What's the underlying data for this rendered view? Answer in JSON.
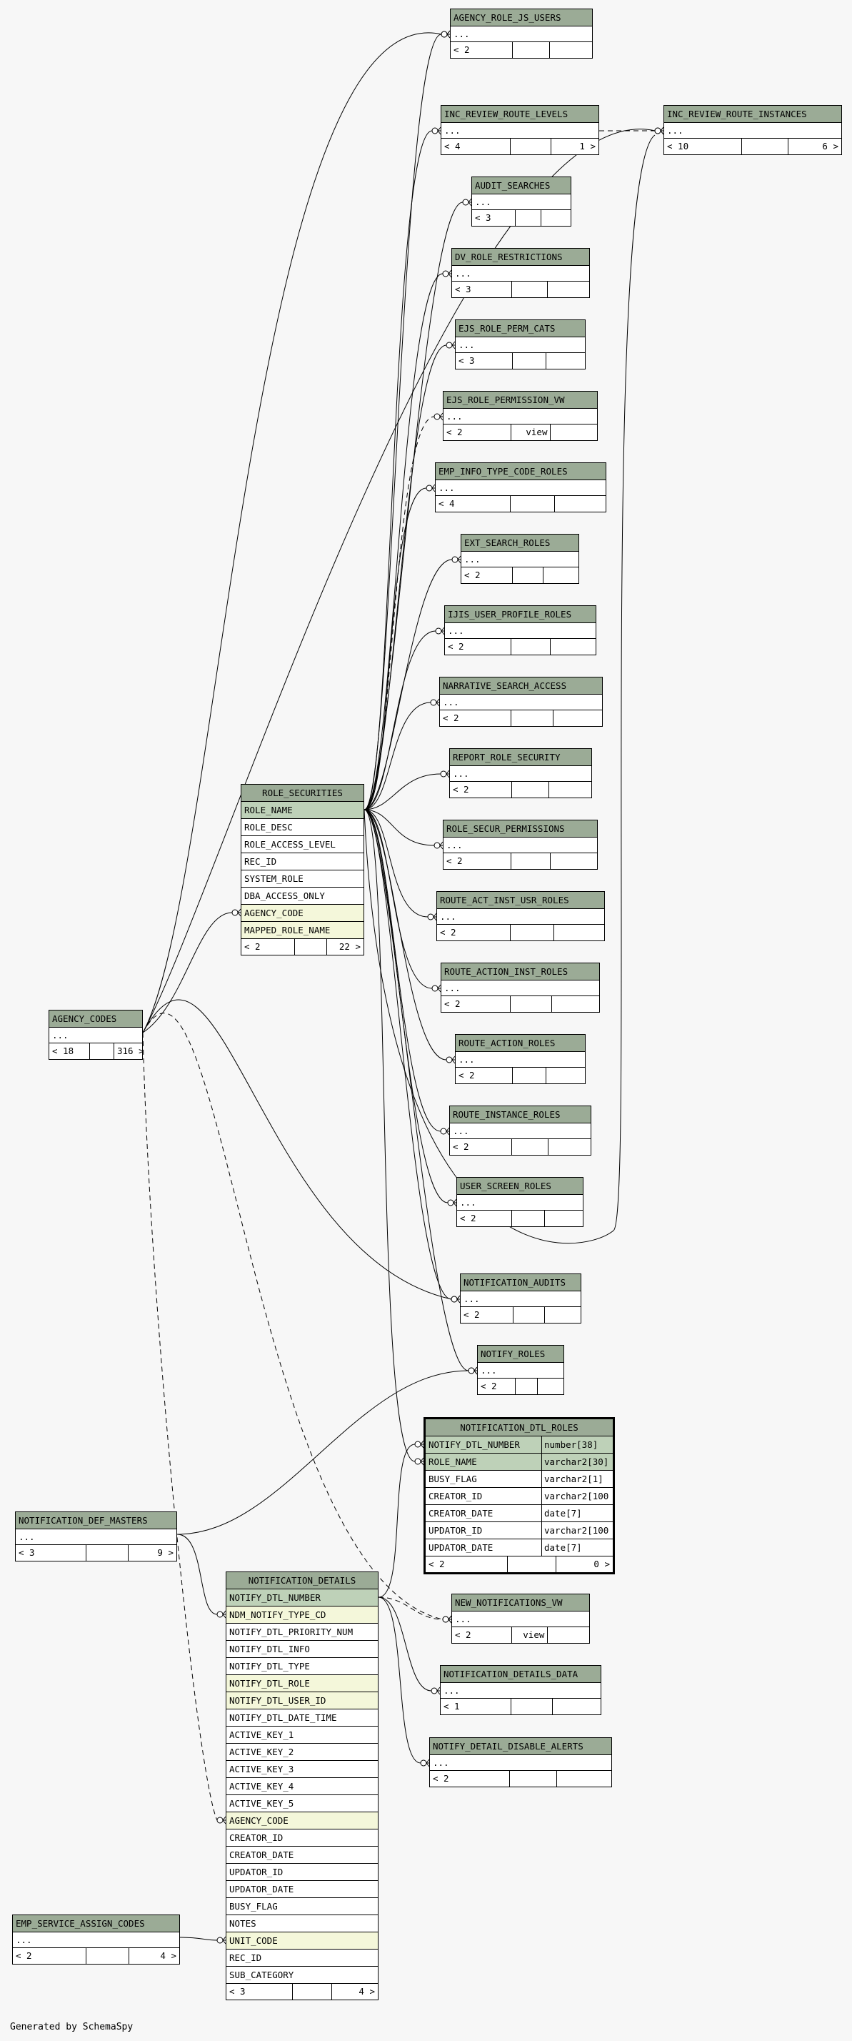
{
  "footer_text": "Generated by SchemaSpy",
  "tables": [
    {
      "id": "agency_role_js_users",
      "name": "AGENCY_ROLE_JS_USERS",
      "ellipsis": "...",
      "parents": "< 2",
      "children": "",
      "extra": ""
    },
    {
      "id": "inc_review_route_levels",
      "name": "INC_REVIEW_ROUTE_LEVELS",
      "ellipsis": "...",
      "parents": "< 4",
      "children": "1 >",
      "extra": ""
    },
    {
      "id": "inc_review_route_instances",
      "name": "INC_REVIEW_ROUTE_INSTANCES",
      "ellipsis": "...",
      "parents": "< 10",
      "children": "6 >",
      "extra": ""
    },
    {
      "id": "audit_searches",
      "name": "AUDIT_SEARCHES",
      "ellipsis": "...",
      "parents": "< 3",
      "children": "",
      "extra": ""
    },
    {
      "id": "dv_role_restrictions",
      "name": "DV_ROLE_RESTRICTIONS",
      "ellipsis": "...",
      "parents": "< 3",
      "children": "",
      "extra": ""
    },
    {
      "id": "ejs_role_perm_cats",
      "name": "EJS_ROLE_PERM_CATS",
      "ellipsis": "...",
      "parents": "< 3",
      "children": "",
      "extra": ""
    },
    {
      "id": "ejs_role_permission_vw",
      "name": "EJS_ROLE_PERMISSION_VW",
      "ellipsis": "...",
      "parents": "< 2",
      "children": "",
      "extra": "view"
    },
    {
      "id": "emp_info_type_code_roles",
      "name": "EMP_INFO_TYPE_CODE_ROLES",
      "ellipsis": "...",
      "parents": "< 4",
      "children": "",
      "extra": ""
    },
    {
      "id": "ext_search_roles",
      "name": "EXT_SEARCH_ROLES",
      "ellipsis": "...",
      "parents": "< 2",
      "children": "",
      "extra": ""
    },
    {
      "id": "ijis_user_profile_roles",
      "name": "IJIS_USER_PROFILE_ROLES",
      "ellipsis": "...",
      "parents": "< 2",
      "children": "",
      "extra": ""
    },
    {
      "id": "narrative_search_access",
      "name": "NARRATIVE_SEARCH_ACCESS",
      "ellipsis": "...",
      "parents": "< 2",
      "children": "",
      "extra": ""
    },
    {
      "id": "report_role_security",
      "name": "REPORT_ROLE_SECURITY",
      "ellipsis": "...",
      "parents": "< 2",
      "children": "",
      "extra": ""
    },
    {
      "id": "role_secur_permissions",
      "name": "ROLE_SECUR_PERMISSIONS",
      "ellipsis": "...",
      "parents": "< 2",
      "children": "",
      "extra": ""
    },
    {
      "id": "route_act_inst_usr_roles",
      "name": "ROUTE_ACT_INST_USR_ROLES",
      "ellipsis": "...",
      "parents": "< 2",
      "children": "",
      "extra": ""
    },
    {
      "id": "route_action_inst_roles",
      "name": "ROUTE_ACTION_INST_ROLES",
      "ellipsis": "...",
      "parents": "< 2",
      "children": "",
      "extra": ""
    },
    {
      "id": "route_action_roles",
      "name": "ROUTE_ACTION_ROLES",
      "ellipsis": "...",
      "parents": "< 2",
      "children": "",
      "extra": ""
    },
    {
      "id": "route_instance_roles",
      "name": "ROUTE_INSTANCE_ROLES",
      "ellipsis": "...",
      "parents": "< 2",
      "children": "",
      "extra": ""
    },
    {
      "id": "user_screen_roles",
      "name": "USER_SCREEN_ROLES",
      "ellipsis": "...",
      "parents": "< 2",
      "children": "",
      "extra": ""
    },
    {
      "id": "notification_audits",
      "name": "NOTIFICATION_AUDITS",
      "ellipsis": "...",
      "parents": "< 2",
      "children": "",
      "extra": ""
    },
    {
      "id": "notify_roles",
      "name": "NOTIFY_ROLES",
      "ellipsis": "...",
      "parents": "< 2",
      "children": "",
      "extra": ""
    },
    {
      "id": "agency_codes",
      "name": "AGENCY_CODES",
      "ellipsis": "...",
      "parents": "< 18",
      "children": "316 >",
      "extra": ""
    },
    {
      "id": "notification_def_masters",
      "name": "NOTIFICATION_DEF_MASTERS",
      "ellipsis": "...",
      "parents": "< 3",
      "children": "9 >",
      "extra": ""
    },
    {
      "id": "new_notifications_vw",
      "name": "NEW_NOTIFICATIONS_VW",
      "ellipsis": "...",
      "parents": "< 2",
      "children": "",
      "extra": "view"
    },
    {
      "id": "notification_details_data",
      "name": "NOTIFICATION_DETAILS_DATA",
      "ellipsis": "...",
      "parents": "< 1",
      "children": "",
      "extra": ""
    },
    {
      "id": "notify_detail_disable_alerts",
      "name": "NOTIFY_DETAIL_DISABLE_ALERTS",
      "ellipsis": "...",
      "parents": "< 2",
      "children": "",
      "extra": ""
    },
    {
      "id": "emp_service_assign_codes",
      "name": "EMP_SERVICE_ASSIGN_CODES",
      "ellipsis": "...",
      "parents": "< 2",
      "children": "4 >",
      "extra": ""
    }
  ],
  "role_securities": {
    "name": "ROLE_SECURITIES",
    "columns": [
      {
        "name": "ROLE_NAME",
        "kind": "pk"
      },
      {
        "name": "ROLE_DESC",
        "kind": ""
      },
      {
        "name": "ROLE_ACCESS_LEVEL",
        "kind": ""
      },
      {
        "name": "REC_ID",
        "kind": ""
      },
      {
        "name": "SYSTEM_ROLE",
        "kind": ""
      },
      {
        "name": "DBA_ACCESS_ONLY",
        "kind": ""
      },
      {
        "name": "AGENCY_CODE",
        "kind": "fk"
      },
      {
        "name": "MAPPED_ROLE_NAME",
        "kind": "fk"
      }
    ],
    "parents": "< 2",
    "children": "22 >"
  },
  "notification_details": {
    "name": "NOTIFICATION_DETAILS",
    "columns": [
      {
        "name": "NOTIFY_DTL_NUMBER",
        "kind": "pk"
      },
      {
        "name": "NDM_NOTIFY_TYPE_CD",
        "kind": "fk"
      },
      {
        "name": "NOTIFY_DTL_PRIORITY_NUM",
        "kind": ""
      },
      {
        "name": "NOTIFY_DTL_INFO",
        "kind": ""
      },
      {
        "name": "NOTIFY_DTL_TYPE",
        "kind": ""
      },
      {
        "name": "NOTIFY_DTL_ROLE",
        "kind": "fk"
      },
      {
        "name": "NOTIFY_DTL_USER_ID",
        "kind": "fk"
      },
      {
        "name": "NOTIFY_DTL_DATE_TIME",
        "kind": ""
      },
      {
        "name": "ACTIVE_KEY_1",
        "kind": ""
      },
      {
        "name": "ACTIVE_KEY_2",
        "kind": ""
      },
      {
        "name": "ACTIVE_KEY_3",
        "kind": ""
      },
      {
        "name": "ACTIVE_KEY_4",
        "kind": ""
      },
      {
        "name": "ACTIVE_KEY_5",
        "kind": ""
      },
      {
        "name": "AGENCY_CODE",
        "kind": "fk"
      },
      {
        "name": "CREATOR_ID",
        "kind": ""
      },
      {
        "name": "CREATOR_DATE",
        "kind": ""
      },
      {
        "name": "UPDATOR_ID",
        "kind": ""
      },
      {
        "name": "UPDATOR_DATE",
        "kind": ""
      },
      {
        "name": "BUSY_FLAG",
        "kind": ""
      },
      {
        "name": "NOTES",
        "kind": ""
      },
      {
        "name": "UNIT_CODE",
        "kind": "fk"
      },
      {
        "name": "REC_ID",
        "kind": ""
      },
      {
        "name": "SUB_CATEGORY",
        "kind": ""
      }
    ],
    "parents": "< 3",
    "children": "4 >"
  },
  "notification_dtl_roles": {
    "name": "NOTIFICATION_DTL_ROLES",
    "columns": [
      {
        "name": "NOTIFY_DTL_NUMBER",
        "type": "number[38]",
        "kind": "pk"
      },
      {
        "name": "ROLE_NAME",
        "type": "varchar2[30]",
        "kind": "pk"
      },
      {
        "name": "BUSY_FLAG",
        "type": "varchar2[1]",
        "kind": ""
      },
      {
        "name": "CREATOR_ID",
        "type": "varchar2[100]",
        "kind": ""
      },
      {
        "name": "CREATOR_DATE",
        "type": "date[7]",
        "kind": ""
      },
      {
        "name": "UPDATOR_ID",
        "type": "varchar2[100]",
        "kind": ""
      },
      {
        "name": "UPDATOR_DATE",
        "type": "date[7]",
        "kind": ""
      }
    ],
    "parents": "< 2",
    "children": "0 >"
  }
}
